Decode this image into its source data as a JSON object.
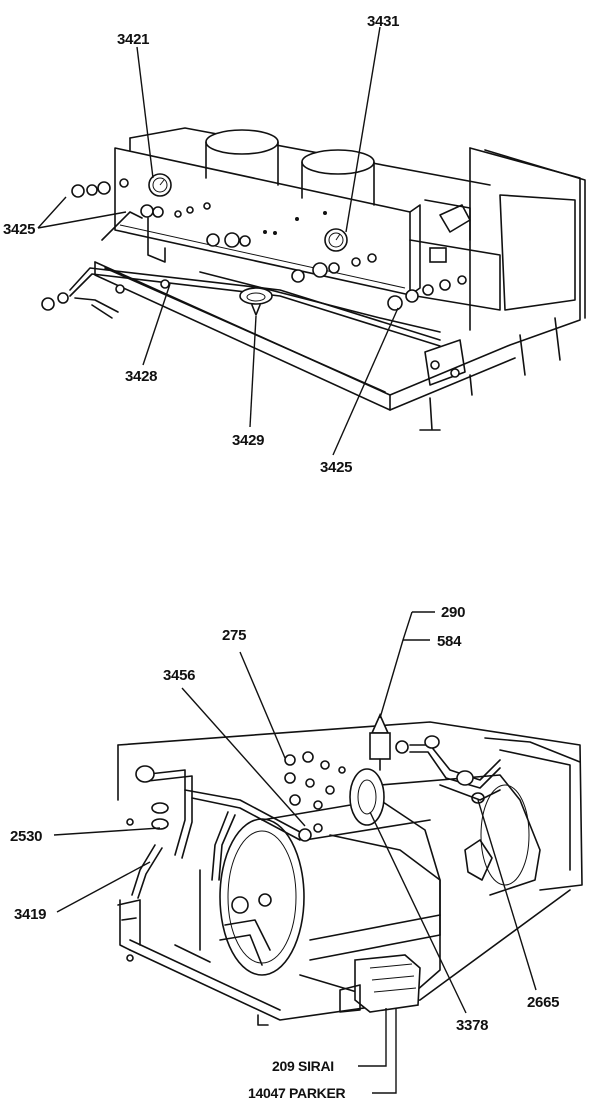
{
  "top_diagram": {
    "callouts": {
      "c3421": "3421",
      "c3431": "3431",
      "c3425_left": "3425",
      "c3428": "3428",
      "c3429": "3429",
      "c3425_bottom": "3425"
    }
  },
  "bottom_diagram": {
    "callouts": {
      "c290": "290",
      "c584": "584",
      "c275": "275",
      "c3456": "3456",
      "c2530": "2530",
      "c3419": "3419",
      "c3378": "3378",
      "c2665": "2665",
      "c209": "209 SIRAI",
      "c14047": "14047 PARKER"
    }
  }
}
